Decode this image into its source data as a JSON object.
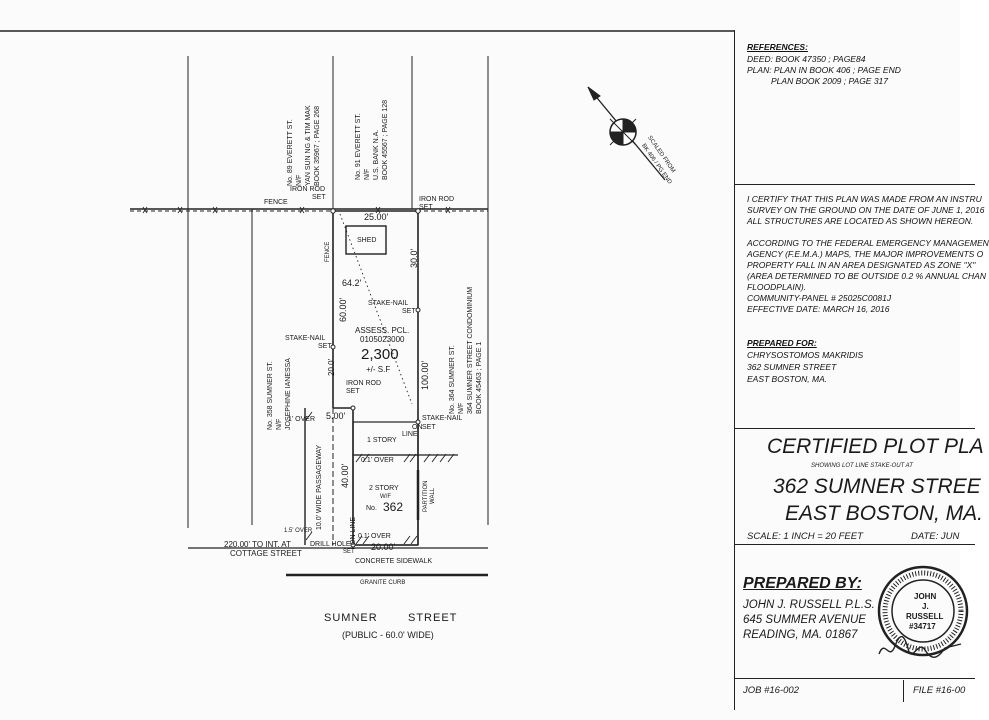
{
  "plan": {
    "abutters": {
      "no89": [
        "No. 89 EVERETT ST.",
        "N/F",
        "YAN SUN NG & TIM MAK",
        "BOOK 35967 ; PAGE 268"
      ],
      "no91": [
        "No. 91 EVERETT ST.",
        "N/F",
        "U.S. BANK N.A.",
        "BOOK 45567 ; PAGE 128"
      ],
      "no358": [
        "No. 358 SUMNER ST.",
        "N/F",
        "JOSEPHINE IANESSA"
      ],
      "no364": [
        "No. 364 SUMNER ST.",
        "N/F",
        "364 SUMNER STREET CONDOMINIUM",
        "BOOK 45463 ; PAGE 1"
      ]
    },
    "labels": {
      "fence_top": "FENCE",
      "fence_side": "FENCE",
      "iron_rod_set_left": "IRON ROD",
      "set_a": "SET",
      "iron_rod_right": "IRON ROD",
      "set_b": "SET",
      "dim_top": "25.00'",
      "shed": "SHED",
      "dim_right_upper": "30.0'",
      "dim_diag": "64.2'",
      "stake_nail_right": "STAKE-NAIL",
      "set_c": "SET",
      "dim_left_upper": "60.00'",
      "stake_nail_left": "STAKE-NAIL",
      "set_d": "SET",
      "assess_line1": "ASSESS. PCL.",
      "assess_line2": "0105023000",
      "area": "2,300",
      "area_unit": "+/- S.F",
      "dim_left_small": "20.0'",
      "iron_rod_mid": "IRON ROD",
      "set_e": "SET",
      "dim_right_lower": "100.00'",
      "over_a": "1' OVER",
      "dim_step": "5.00'",
      "stake_nail_mid": "STAKE-NAIL",
      "on_line": "ON",
      "line_word": "LINE",
      "set_f": "SET",
      "one_story": "1 STORY",
      "over_b": "0.1' OVER",
      "dim_building": "40.00'",
      "passageway": "10.0' WIDE PASSAGEWAY",
      "two_story": "2 STORY",
      "wf": "W/F",
      "house_no_prefix": "No.",
      "house_no": "362",
      "partition": "PARTITION",
      "wall": "WALL",
      "on_line_b": "ON LINE",
      "over_c": "1.5' OVER",
      "over_d": "0.1' OVER",
      "dim_front": "20.00'",
      "to_int": "220.00' TO INT. AT",
      "cottage": "COTTAGE STREET",
      "drill_hole": "DRILL HOLE",
      "set_g": "SET",
      "sidewalk": "CONCRETE SIDEWALK",
      "curb": "GRANITE CURB",
      "street_a": "SUMNER",
      "street_b": "STREET",
      "street_width": "(PUBLIC - 60.0' WIDE)"
    },
    "north": {
      "label_a": "SCALED FROM",
      "label_b": "BK 406 / PG END"
    }
  },
  "title_block": {
    "references_heading": "REFERENCES:",
    "references": [
      "DEED: BOOK 47350  ; PAGE84",
      "PLAN: PLAN IN BOOK 406  ; PAGE END",
      "PLAN BOOK 2009  ; PAGE 317"
    ],
    "certify": [
      "I CERTIFY THAT THIS PLAN WAS MADE FROM AN INSTRU",
      "SURVEY ON THE GROUND ON THE DATE OF JUNE 1, 2016",
      "ALL STRUCTURES ARE LOCATED AS SHOWN HEREON."
    ],
    "fema": [
      "ACCORDING TO THE FEDERAL EMERGENCY MANAGEMEN",
      "AGENCY (F.E.M.A.) MAPS, THE MAJOR IMPROVEMENTS O",
      "PROPERTY FALL IN AN AREA DESIGNATED AS ZONE \"X\"",
      "(AREA DETERMINED TO BE OUTSIDE 0.2 % ANNUAL CHAN",
      "FLOODPLAIN).",
      "COMMUNITY-PANEL # 25025C0081J",
      "EFFECTIVE DATE: MARCH 16, 2016"
    ],
    "prepared_for_heading": "PREPARED FOR:",
    "prepared_for": [
      "CHRYSOSTOMOS MAKRIDIS",
      "362 SUMNER STREET",
      "EAST BOSTON, MA."
    ],
    "plot_title": "CERTIFIED PLOT PLA",
    "showing": "SHOWING LOT LINE STAKE-OUT AT",
    "address_1": "362 SUMNER STREE",
    "address_2": "EAST BOSTON, MA.",
    "scale": "SCALE: 1 INCH = 20 FEET",
    "date": "DATE: JUN",
    "prepared_by_heading": "PREPARED BY:",
    "prepared_by": [
      "JOHN J. RUSSELL P.L.S.",
      "645 SUMMER AVENUE",
      "READING, MA. 01867"
    ],
    "seal": [
      "JOHN",
      "J.",
      "RUSSELL",
      "#34717"
    ],
    "job": "JOB #16-002",
    "file": "FILE #16-00"
  }
}
